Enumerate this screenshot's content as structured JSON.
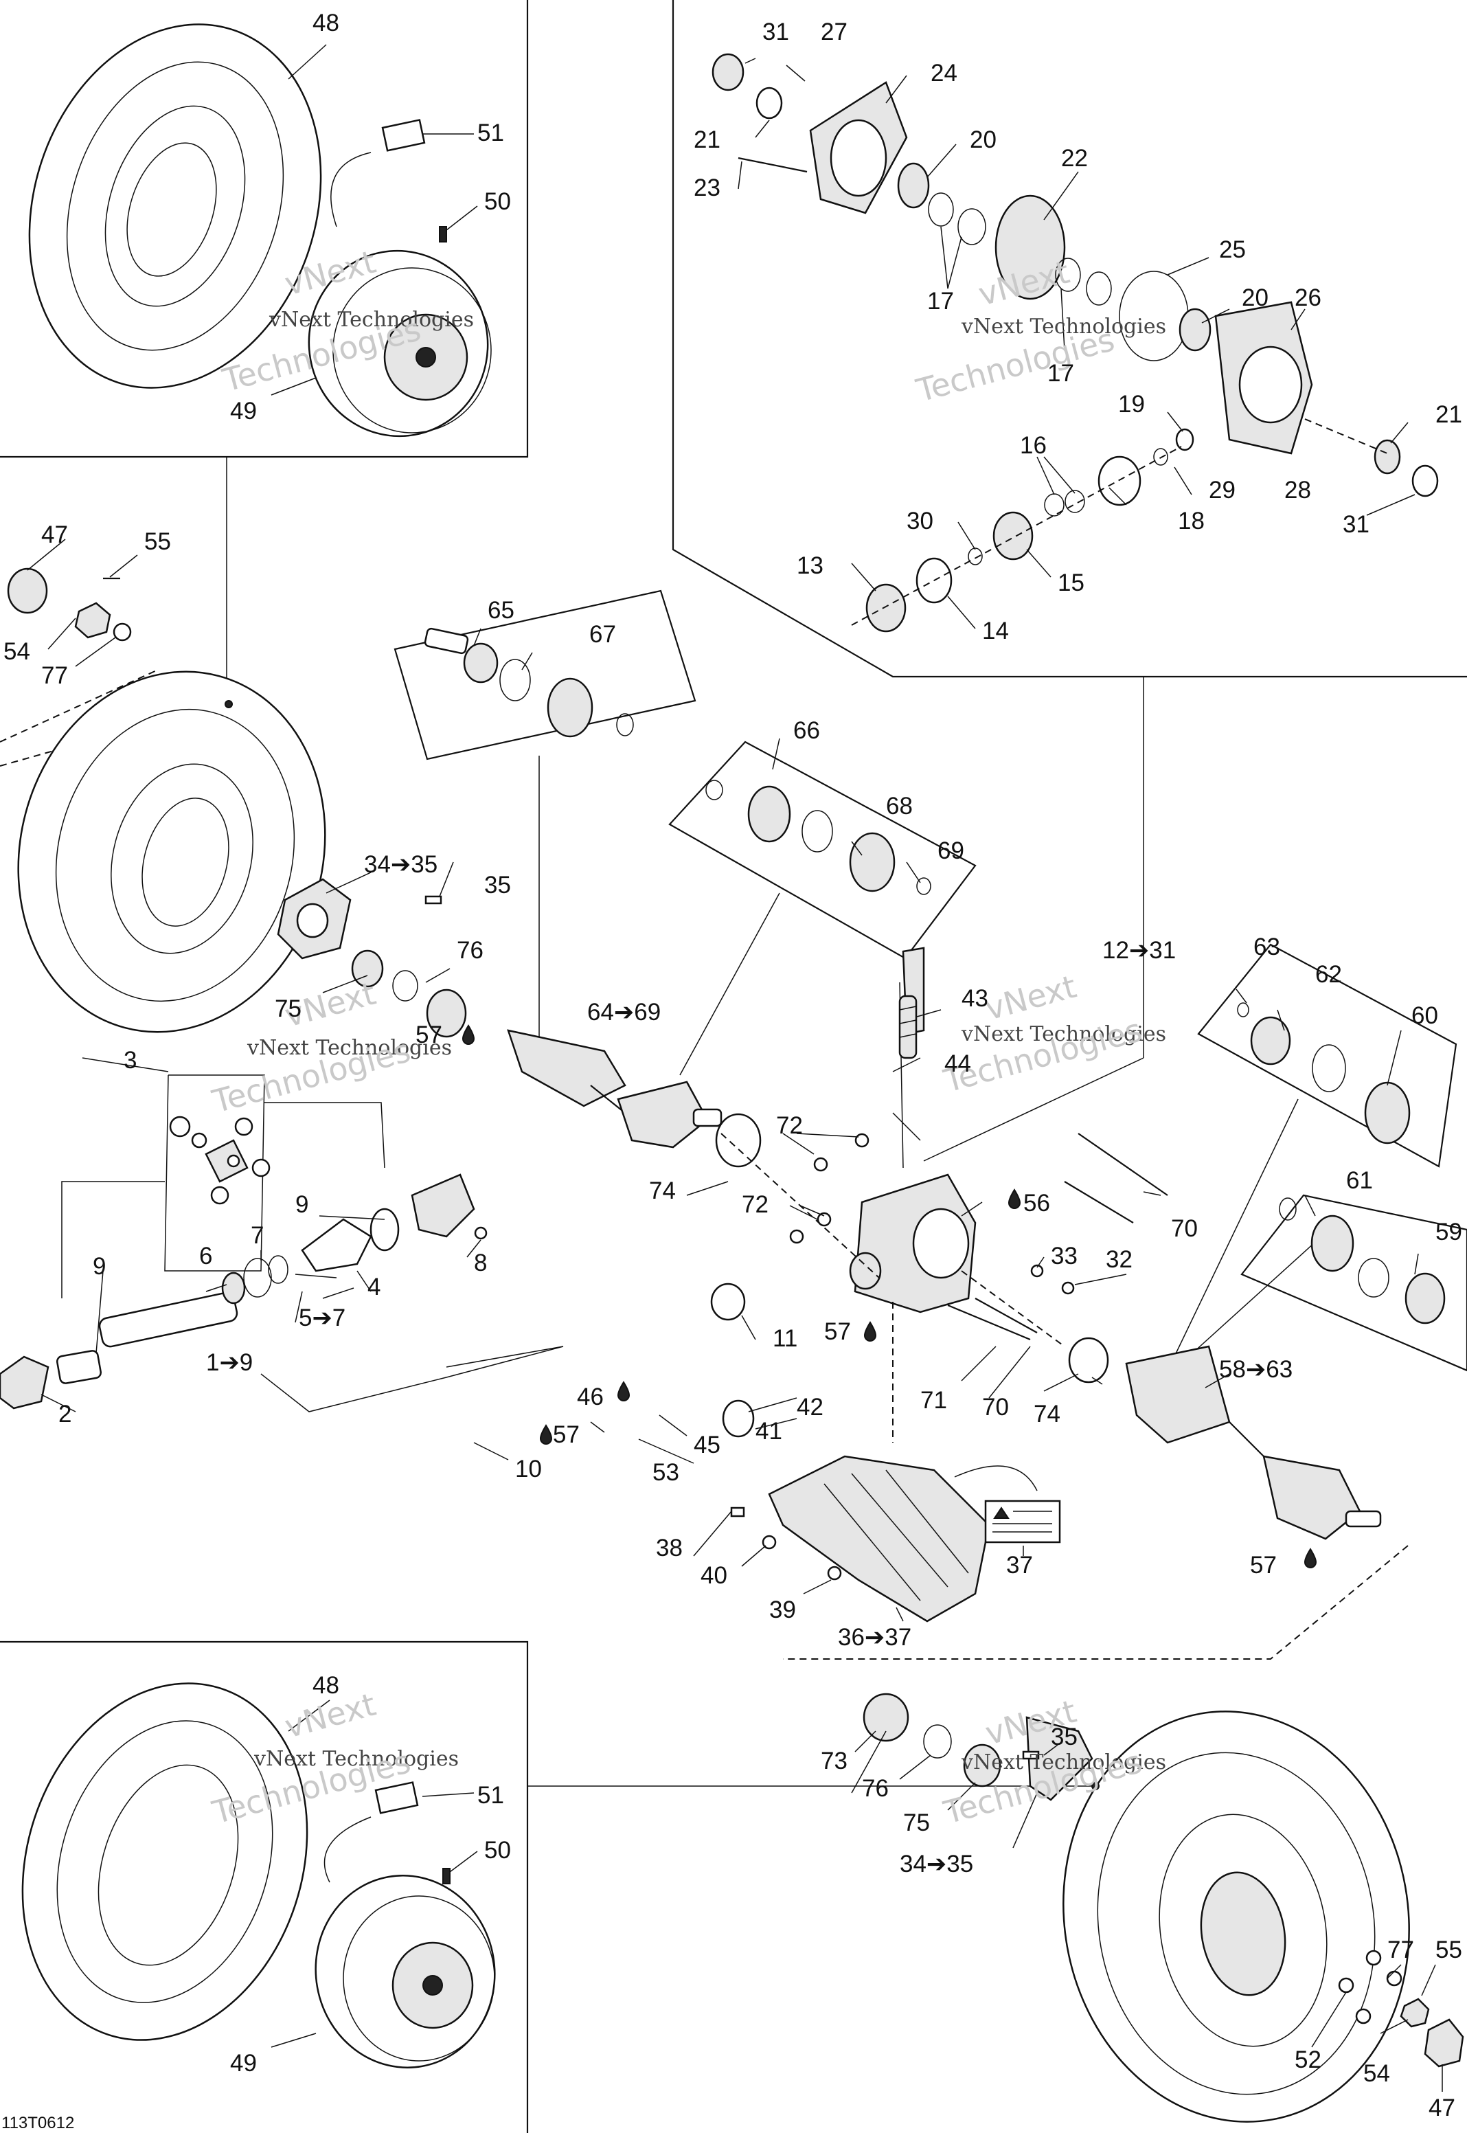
{
  "drawing_code": "113T0612",
  "watermark": {
    "company": "vNext Technologies",
    "line1": "vNext",
    "line2": "Technologies"
  },
  "callouts": {
    "c1_9": "1➔9",
    "c2": "2",
    "c3": "3",
    "c4": "4",
    "c5_7": "5➔7",
    "c6": "6",
    "c7": "7",
    "c8": "8",
    "c9a": "9",
    "c9b": "9",
    "c10": "10",
    "c11": "11",
    "c12_31": "12➔31",
    "c13": "13",
    "c14": "14",
    "c15": "15",
    "c16": "16",
    "c17a": "17",
    "c17b": "17",
    "c18": "18",
    "c19": "19",
    "c20a": "20",
    "c20b": "20",
    "c21a": "21",
    "c21b": "21",
    "c22": "22",
    "c23": "23",
    "c24": "24",
    "c25": "25",
    "c26": "26",
    "c27": "27",
    "c28": "28",
    "c29": "29",
    "c30": "30",
    "c31a": "31",
    "c31b": "31",
    "c32": "32",
    "c33": "33",
    "c34_35a": "34➔35",
    "c34_35b": "34➔35",
    "c35a": "35",
    "c35b": "35",
    "c36_37": "36➔37",
    "c37": "37",
    "c38": "38",
    "c39": "39",
    "c40": "40",
    "c41": "41",
    "c42": "42",
    "c43": "43",
    "c44": "44",
    "c45": "45",
    "c46": "46",
    "c47a": "47",
    "c47b": "47",
    "c48a": "48",
    "c48b": "48",
    "c49a": "49",
    "c49b": "49",
    "c50a": "50",
    "c50b": "50",
    "c51a": "51",
    "c51b": "51",
    "c52": "52",
    "c53": "53",
    "c54a": "54",
    "c54b": "54",
    "c55a": "55",
    "c55b": "55",
    "c56": "56",
    "c57a": "57",
    "c57b": "57",
    "c57c": "57",
    "c57d": "57",
    "c58_63": "58➔63",
    "c59": "59",
    "c60": "60",
    "c61": "61",
    "c62": "62",
    "c63": "63",
    "c64_69": "64➔69",
    "c65": "65",
    "c66": "66",
    "c67": "67",
    "c68": "68",
    "c69": "69",
    "c70a": "70",
    "c70b": "70",
    "c71": "71",
    "c72a": "72",
    "c72b": "72",
    "c73": "73",
    "c74a": "74",
    "c74b": "74",
    "c75a": "75",
    "c75b": "75",
    "c76a": "76",
    "c76b": "76",
    "c77a": "77",
    "c77b": "77"
  },
  "icons": {
    "lubricant": "oil-drop-icon",
    "warning_decal": "warning-label-icon"
  }
}
